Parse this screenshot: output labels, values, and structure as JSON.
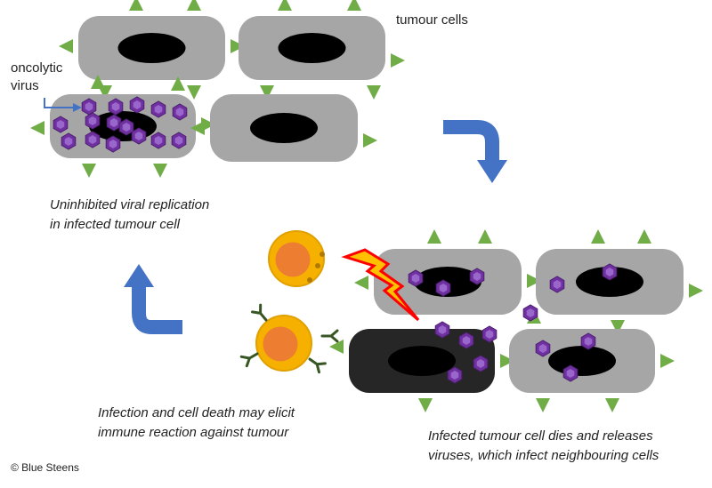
{
  "labels": {
    "tumour_cells": "tumour cells",
    "oncolytic_virus_line1": "oncolytic",
    "oncolytic_virus_line2": "virus",
    "step1_line1": "Uninhibited viral replication",
    "step1_line2": "in infected tumour cell",
    "step2_line1": "Infected tumour cell dies and releases",
    "step2_line2": "viruses, which infect neighbouring cells",
    "step3_line1": "Infection and cell death may elicit",
    "step3_line2": "immune reaction against tumour",
    "credit": "© Blue Steens"
  },
  "colors": {
    "cell_fill": "#a6a6a6",
    "nucleus": "#000000",
    "spike": "#70ad47",
    "virus": "#7030a0",
    "virus_light": "#9966cc",
    "arrow": "#4472c4",
    "immune_outer": "#f5b000",
    "immune_core": "#ed7d31",
    "lightning": "#ffc000",
    "lightning_edge": "#ff0000",
    "antibody": "#375623",
    "dead_cell": "#262626"
  },
  "icons": [
    "tumour-cell",
    "nucleus",
    "spike",
    "virus-hexagon",
    "curved-arrow",
    "immune-cell",
    "antibody",
    "lightning-bolt"
  ]
}
